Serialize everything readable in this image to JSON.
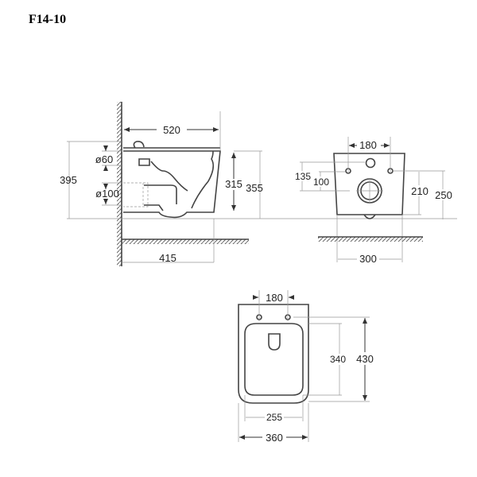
{
  "title": "F14-10",
  "side_view": {
    "width_520": "520",
    "height_395": "395",
    "inlet_d60": "ø60",
    "outlet_d100": "ø100",
    "height_315": "315",
    "height_355": "355",
    "depth_415": "415"
  },
  "front_view": {
    "bolt_spacing_180": "180",
    "height_135": "135",
    "height_100": "100",
    "height_210": "210",
    "height_250": "250",
    "width_300": "300"
  },
  "top_view": {
    "bolt_spacing_180": "180",
    "length_340": "340",
    "length_430": "430",
    "width_255": "255",
    "width_360": "360"
  }
}
